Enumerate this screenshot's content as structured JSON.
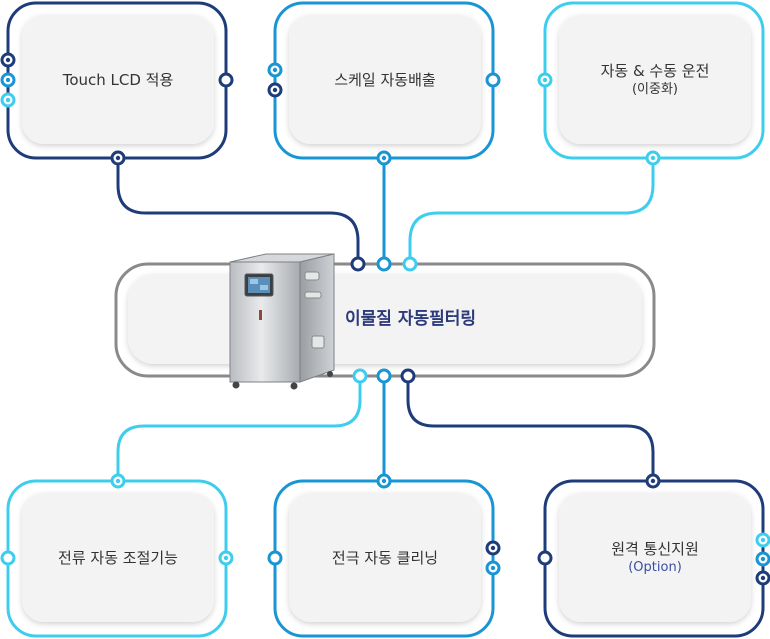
{
  "center": {
    "label": "이물질 자동필터링"
  },
  "features": [
    {
      "label": "Touch LCD 적용",
      "sub": ""
    },
    {
      "label": "스케일 자동배출",
      "sub": ""
    },
    {
      "label": "자동 & 수동 운전",
      "sub": "(이중화)"
    },
    {
      "label": "전류 자동 조절기능",
      "sub": ""
    },
    {
      "label": "전극 자동 클리닝",
      "sub": ""
    },
    {
      "label": "원격 통신지원",
      "sub": "(Option)"
    }
  ],
  "colors": {
    "dark_navy": "#1f3c7a",
    "mid_blue": "#1a95d4",
    "light_cyan": "#3fcdee",
    "center_border": "#8a8a8a",
    "card_fill": "#f3f3f4",
    "center_text": "#2d3a7a",
    "option_text": "#3a4fa3"
  },
  "machine_icon": "stainless-filter-cabinet"
}
